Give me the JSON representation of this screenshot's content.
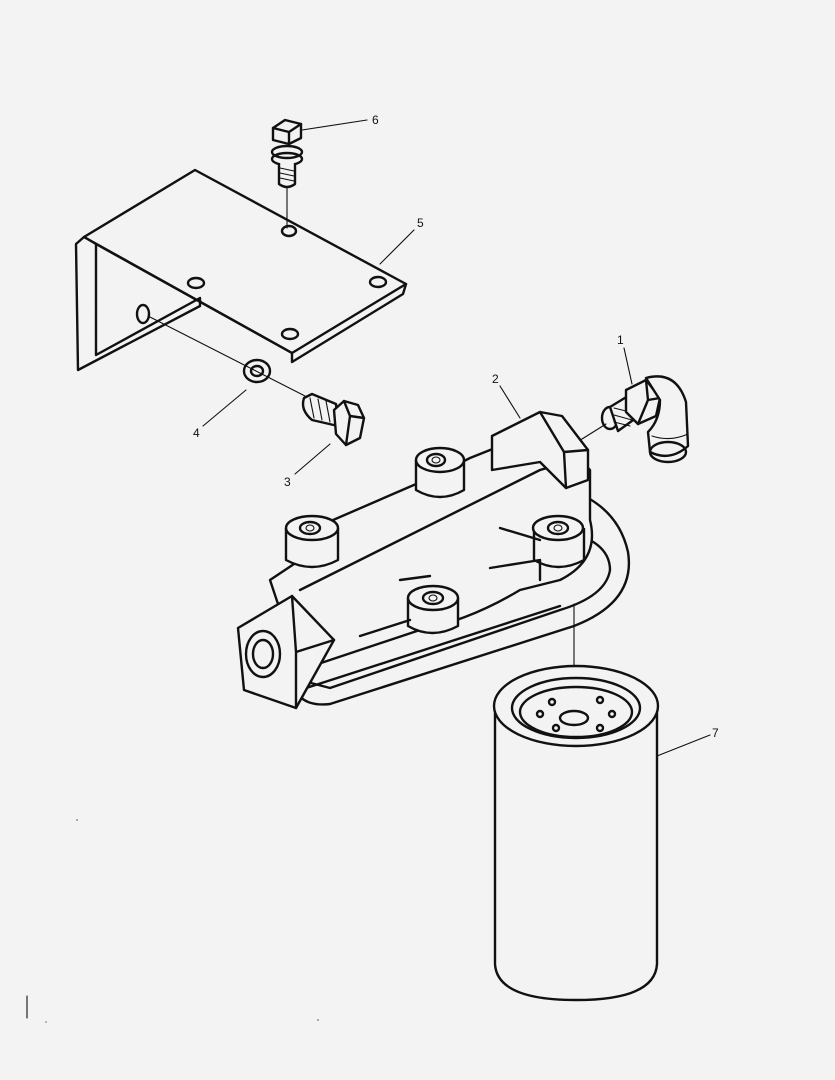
{
  "callouts": [
    {
      "id": "1",
      "label": "1"
    },
    {
      "id": "2",
      "label": "2"
    },
    {
      "id": "3",
      "label": "3"
    },
    {
      "id": "4",
      "label": "4"
    },
    {
      "id": "5",
      "label": "5"
    },
    {
      "id": "6",
      "label": "6"
    },
    {
      "id": "7",
      "label": "7"
    }
  ],
  "parts": [
    {
      "callout": "1",
      "icon": "elbow-fitting"
    },
    {
      "callout": "2",
      "icon": "filter-head"
    },
    {
      "callout": "3",
      "icon": "hex-bolt"
    },
    {
      "callout": "4",
      "icon": "lock-washer"
    },
    {
      "callout": "5",
      "icon": "mounting-bracket"
    },
    {
      "callout": "6",
      "icon": "bolt-with-washer"
    },
    {
      "callout": "7",
      "icon": "spin-on-filter-element"
    }
  ],
  "colors": {
    "ink": "#111111",
    "paper": "#f3f3f3"
  }
}
